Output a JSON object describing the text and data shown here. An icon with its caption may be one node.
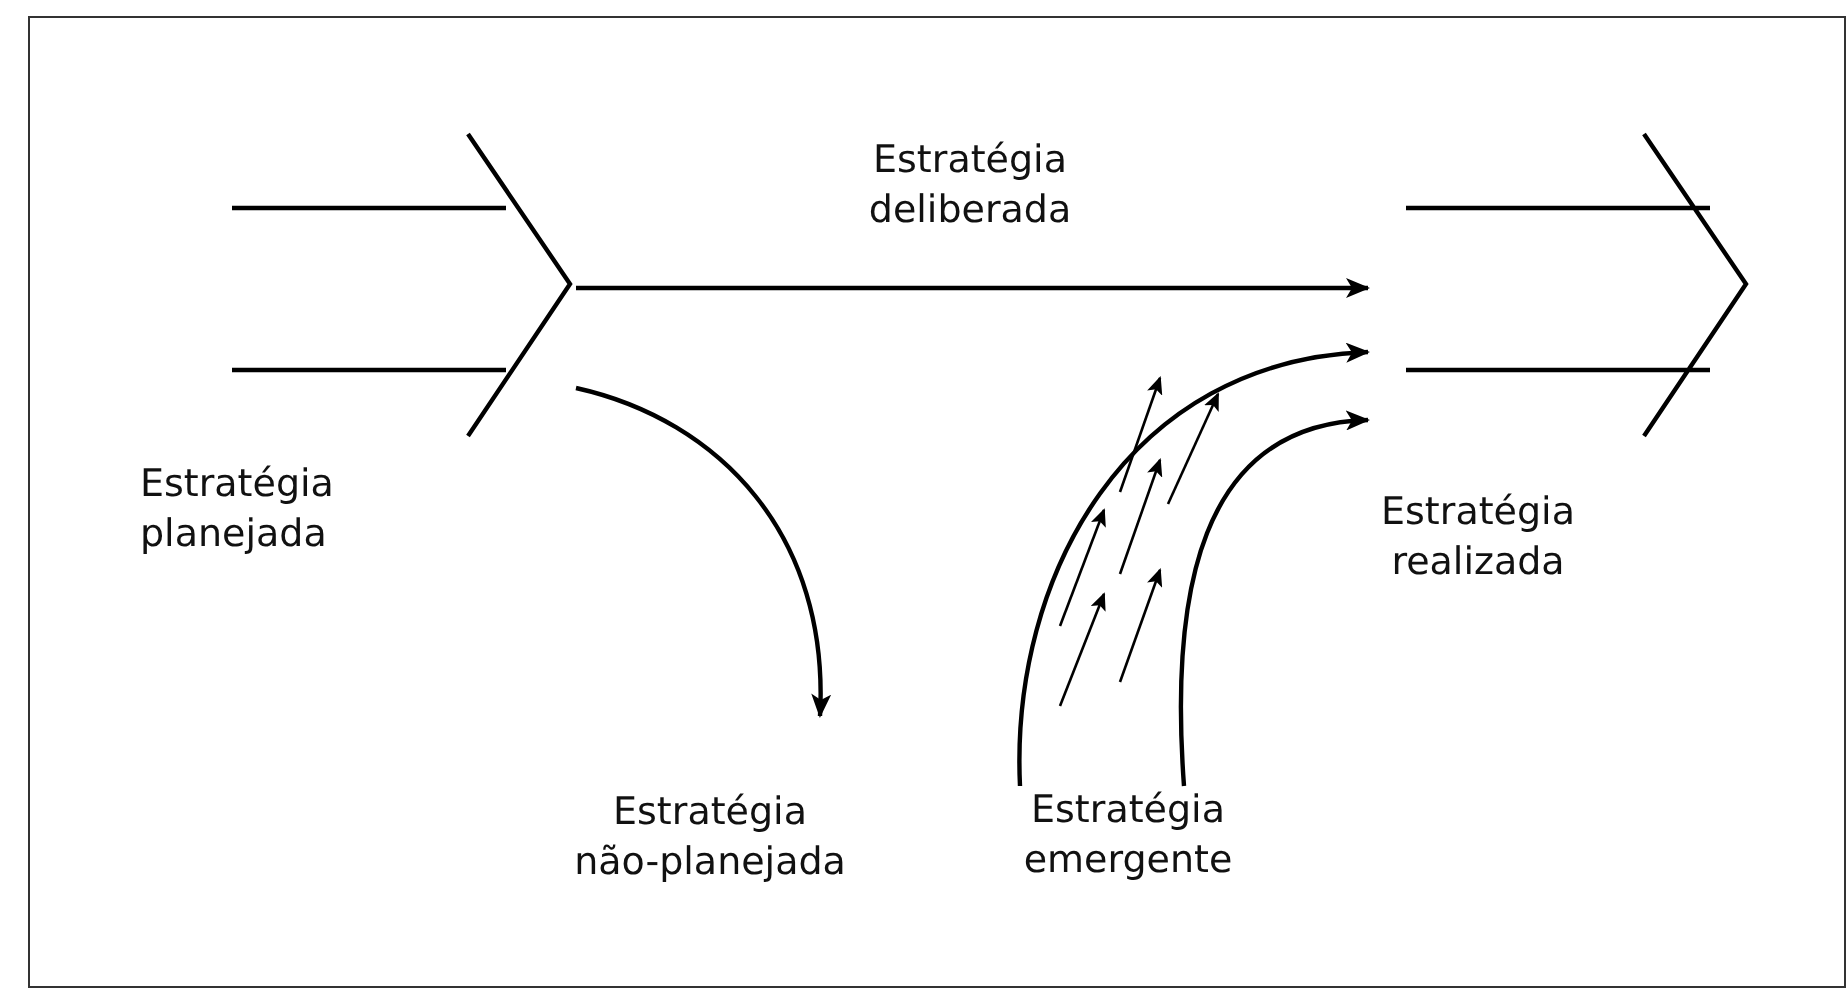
{
  "diagram": {
    "nodes": [
      {
        "text": [
          "Estratégia planejada"
        ]
      },
      {
        "text": [
          "Estratégia realizada"
        ]
      },
      {
        "text": [
          "Estratégia não-planejada"
        ]
      },
      {
        "text": [
          "Estratégia emergente"
        ]
      }
    ],
    "edges": [
      {
        "from": 0,
        "to": 1,
        "arrow": "to",
        "label": "Estratégia deliberada"
      },
      {
        "from": 0,
        "to": 2,
        "arrow": "to"
      },
      {
        "from": 3,
        "to": 1,
        "arrow": "to"
      },
      {
        "from": 3,
        "to": 1,
        "arrow": "to"
      }
    ]
  }
}
